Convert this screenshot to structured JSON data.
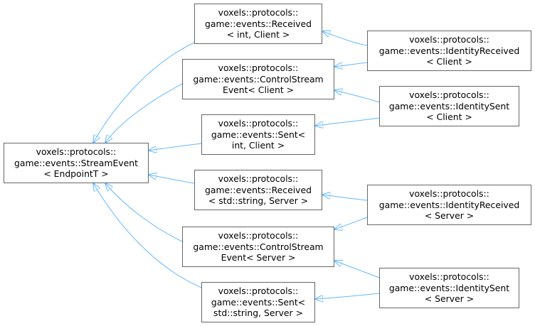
{
  "colors": {
    "edge": "#63b8ff",
    "border": "#666666",
    "text": "#000000",
    "background": "#ffffff"
  },
  "nodes": {
    "stream_event": [
      "voxels::protocols::",
      "game::events::StreamEvent",
      "< EndpointT >"
    ],
    "received_client": [
      "voxels::protocols::",
      "game::events::Received",
      "< int, Client >"
    ],
    "control_client": [
      "voxels::protocols::",
      "game::events::ControlStream",
      "Event< Client >"
    ],
    "sent_client": [
      "voxels::protocols::",
      "game::events::Sent<",
      "int, Client >"
    ],
    "received_server": [
      "voxels::protocols::",
      "game::events::Received",
      "< std::string, Server >"
    ],
    "control_server": [
      "voxels::protocols::",
      "game::events::ControlStream",
      "Event< Server >"
    ],
    "sent_server": [
      "voxels::protocols::",
      "game::events::Sent<",
      "std::string, Server >"
    ],
    "identity_received_client": [
      "voxels::protocols::",
      "game::events::IdentityReceived",
      "< Client >"
    ],
    "identity_sent_client": [
      "voxels::protocols::",
      "game::events::IdentitySent",
      "< Client >"
    ],
    "identity_received_server": [
      "voxels::protocols::",
      "game::events::IdentityReceived",
      "< Server >"
    ],
    "identity_sent_server": [
      "voxels::protocols::",
      "game::events::IdentitySent",
      "< Server >"
    ]
  },
  "edges": [
    {
      "from": "received_client",
      "to": "stream_event"
    },
    {
      "from": "control_client",
      "to": "stream_event"
    },
    {
      "from": "sent_client",
      "to": "stream_event"
    },
    {
      "from": "received_server",
      "to": "stream_event"
    },
    {
      "from": "control_server",
      "to": "stream_event"
    },
    {
      "from": "sent_server",
      "to": "stream_event"
    },
    {
      "from": "identity_received_client",
      "to": "received_client"
    },
    {
      "from": "identity_received_client",
      "to": "control_client"
    },
    {
      "from": "identity_sent_client",
      "to": "control_client"
    },
    {
      "from": "identity_sent_client",
      "to": "sent_client"
    },
    {
      "from": "identity_received_server",
      "to": "received_server"
    },
    {
      "from": "identity_received_server",
      "to": "control_server"
    },
    {
      "from": "identity_sent_server",
      "to": "control_server"
    },
    {
      "from": "identity_sent_server",
      "to": "sent_server"
    }
  ]
}
